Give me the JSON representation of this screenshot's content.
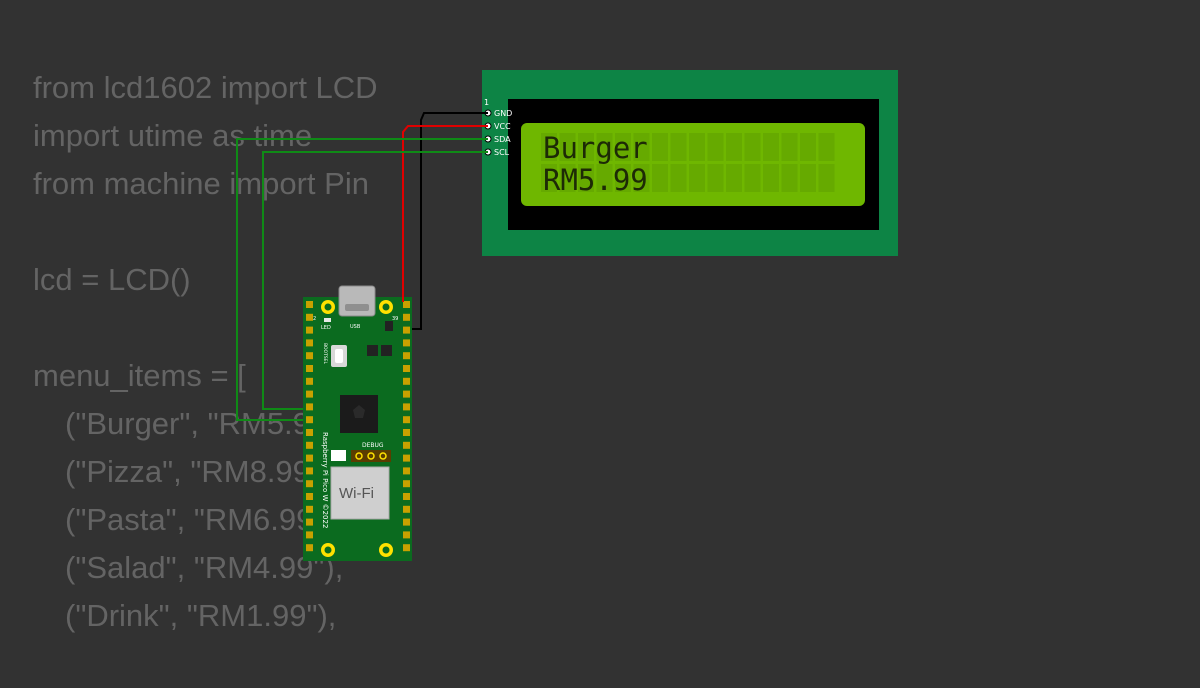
{
  "code": {
    "lines": [
      "from lcd1602 import LCD",
      "import utime as time",
      "from machine import Pin",
      "",
      "lcd = LCD()",
      "",
      "menu_items = [",
      "(\"Burger\", \"RM5.99\"),",
      "(\"Pizza\", \"RM8.99\"),",
      "(\"Pasta\", \"RM6.99\"),",
      "(\"Salad\", \"RM4.99\"),",
      "(\"Drink\", \"RM1.99\"),"
    ]
  },
  "lcd": {
    "pin_index": "1",
    "pins": [
      "GND",
      "VCC",
      "SDA",
      "SCL"
    ],
    "line1": "Burger",
    "line2": "RM5.99",
    "bezel_color": "#0d8445",
    "screen_color": "#6fb700"
  },
  "pico": {
    "board_name": "Raspberry Pi Pico W ©2022",
    "wifi_label": "Wi-Fi",
    "debug_label": "DEBUG",
    "led_label": "LED",
    "usb_label": "USB",
    "bootsel_label": "BOOTSEL",
    "pin_left": "2",
    "pin_right": "39",
    "board_color": "#0b6b1f"
  },
  "wires": {
    "gnd_color": "#000000",
    "vcc_color": "#e00000",
    "data_color": "#0f8a16"
  }
}
